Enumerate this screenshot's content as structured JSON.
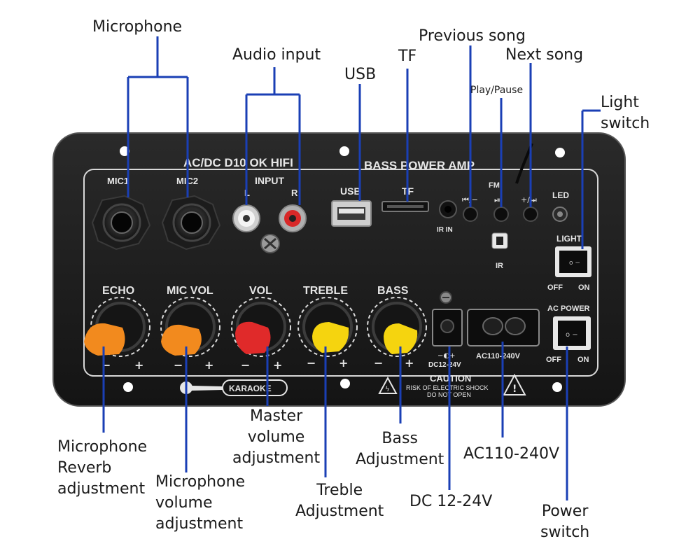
{
  "panel": {
    "model": "AC/DC D10  OK HIFI",
    "bass_title": "BASS  POWER  AMP",
    "mic1": "MIC1",
    "mic2": "MIC2",
    "input": "INPUT",
    "input_l": "L",
    "input_r": "R",
    "usb": "USB",
    "tf": "TF",
    "ir_in": "IR IN",
    "ir": "IR",
    "fm": "FM",
    "prev_symbol": "⏮/−",
    "play_symbol": "⏯",
    "next_symbol": "+/⏭",
    "led": "LED",
    "light": "LIGHT",
    "light_off": "OFF",
    "light_on": "ON",
    "echo": "ECHO",
    "mic_vol": "MIC VOL",
    "vol": "VOL",
    "treble": "TREBLE",
    "bass": "BASS",
    "minus": "−",
    "plus": "+",
    "dc_label": "DC12-24V",
    "ac_label": "AC110-240V",
    "ac_power": "AC POWER",
    "power_off": "OFF",
    "power_on": "ON",
    "karaoke": "KARAOKE",
    "caution": "CAUTION",
    "caution_line1": "RISK OF ELECTRIC SHOCK",
    "caution_line2": "DO NOT OPEN"
  },
  "callouts": {
    "microphone": "Microphone",
    "audio_input": "Audio input",
    "usb": "USB",
    "tf": "TF",
    "previous_song": "Previous song",
    "next_song": "Next song",
    "play_pause": "Play/Pause",
    "light_switch": "Light\nswitch",
    "mic_reverb": "Microphone\nReverb\nadjustment",
    "mic_volume": "Microphone\nvolume\nadjustment",
    "master_volume": "Master\nvolume\nadjustment",
    "treble_adj": "Treble\nAdjustment",
    "bass_adj": "Bass\nAdjustment",
    "dc": "DC 12-24V",
    "ac": "AC110-240V",
    "power_switch": "Power\nswitch"
  },
  "colors": {
    "leader": "#1a3fb5",
    "knob_echo": "#f28a1e",
    "knob_micvol": "#f28a1e",
    "knob_vol": "#e02a2a",
    "knob_treble": "#f5d40f",
    "knob_bass": "#f5d40f"
  }
}
